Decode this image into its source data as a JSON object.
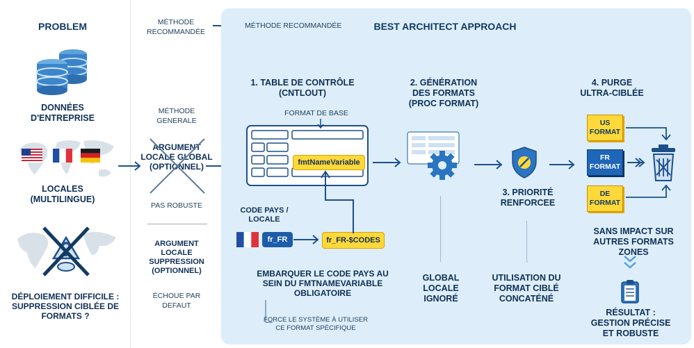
{
  "problem": {
    "title": "PROBLEM",
    "data_label": "DONNÉES D'ENTREPRISE",
    "locales_label": "LOCALES (MULTILINGUE)",
    "deploy_label": "DÉPLOIEMENT DIFFICILE : SUPPRESSION CIBLÉE DE FORMATS ?"
  },
  "methods": {
    "recommended_label": "MÉTHODE RECOMMANDÉE",
    "recommended_arrow_label": "MÉTHODE RECOMMANDÉE",
    "general_label": "MÉTHODE GENERALE",
    "arg_global": "ARGUMENT LOCALE GLOBAL (OPTIONNEL)",
    "not_robust": "PAS ROBUSTE",
    "arg_suppression": "ARGUMENT LOCALE SUPPRESSION (OPTIONNEL)",
    "fails_default": "ÉCHOUE PAR DEFAUT"
  },
  "architect": {
    "title": "BEST ARCHITECT APPROACH",
    "step1": "1. TABLE DE CONTRÔLE (CNTLOUT)",
    "format_base": "FORMAT DE BASE",
    "fmt_variable": "fmtNameVariable",
    "code_pays": "CODE PAYS / LOCALE",
    "fr_code": "fr_FR",
    "fr_codes": "fr_FR-$CODES",
    "embed_text": "EMBARQUER LE CODE PAYS AU SEIN DU fmtNameVariable OBLIGATOIRE",
    "force_text": "FORCE LE SYSTÈME À UTILISER CE FORMAT SPÉCIFIQUE",
    "step2": "2. GÉNÉRATION DES FORMATS (PROC FORMAT)",
    "global_ignored": "GLOBAL LOCALE IGNORÉ",
    "step3": "3. PRIORITÉ RENFORCEE",
    "usage_text": "UTILISATION DU FORMAT CIBLÉ CONCATÉNÉ",
    "step4": "4. PURGE ULTRA-CIBLÉE",
    "us_format": "US FORMAT",
    "fr_format": "FR FORMAT",
    "de_format": "DE FORMAT",
    "no_impact": "SANS IMPACT SUR AUTRES FORMATS ZONES",
    "result": "RÉSULTAT : GESTION PRÉCISE ET ROBUSTE"
  },
  "colors": {
    "navy": "#123a63",
    "accent": "#1d5ca8",
    "panel": "#ddeefa",
    "yellow": "#ffd83a",
    "red": "#d72b2b"
  }
}
